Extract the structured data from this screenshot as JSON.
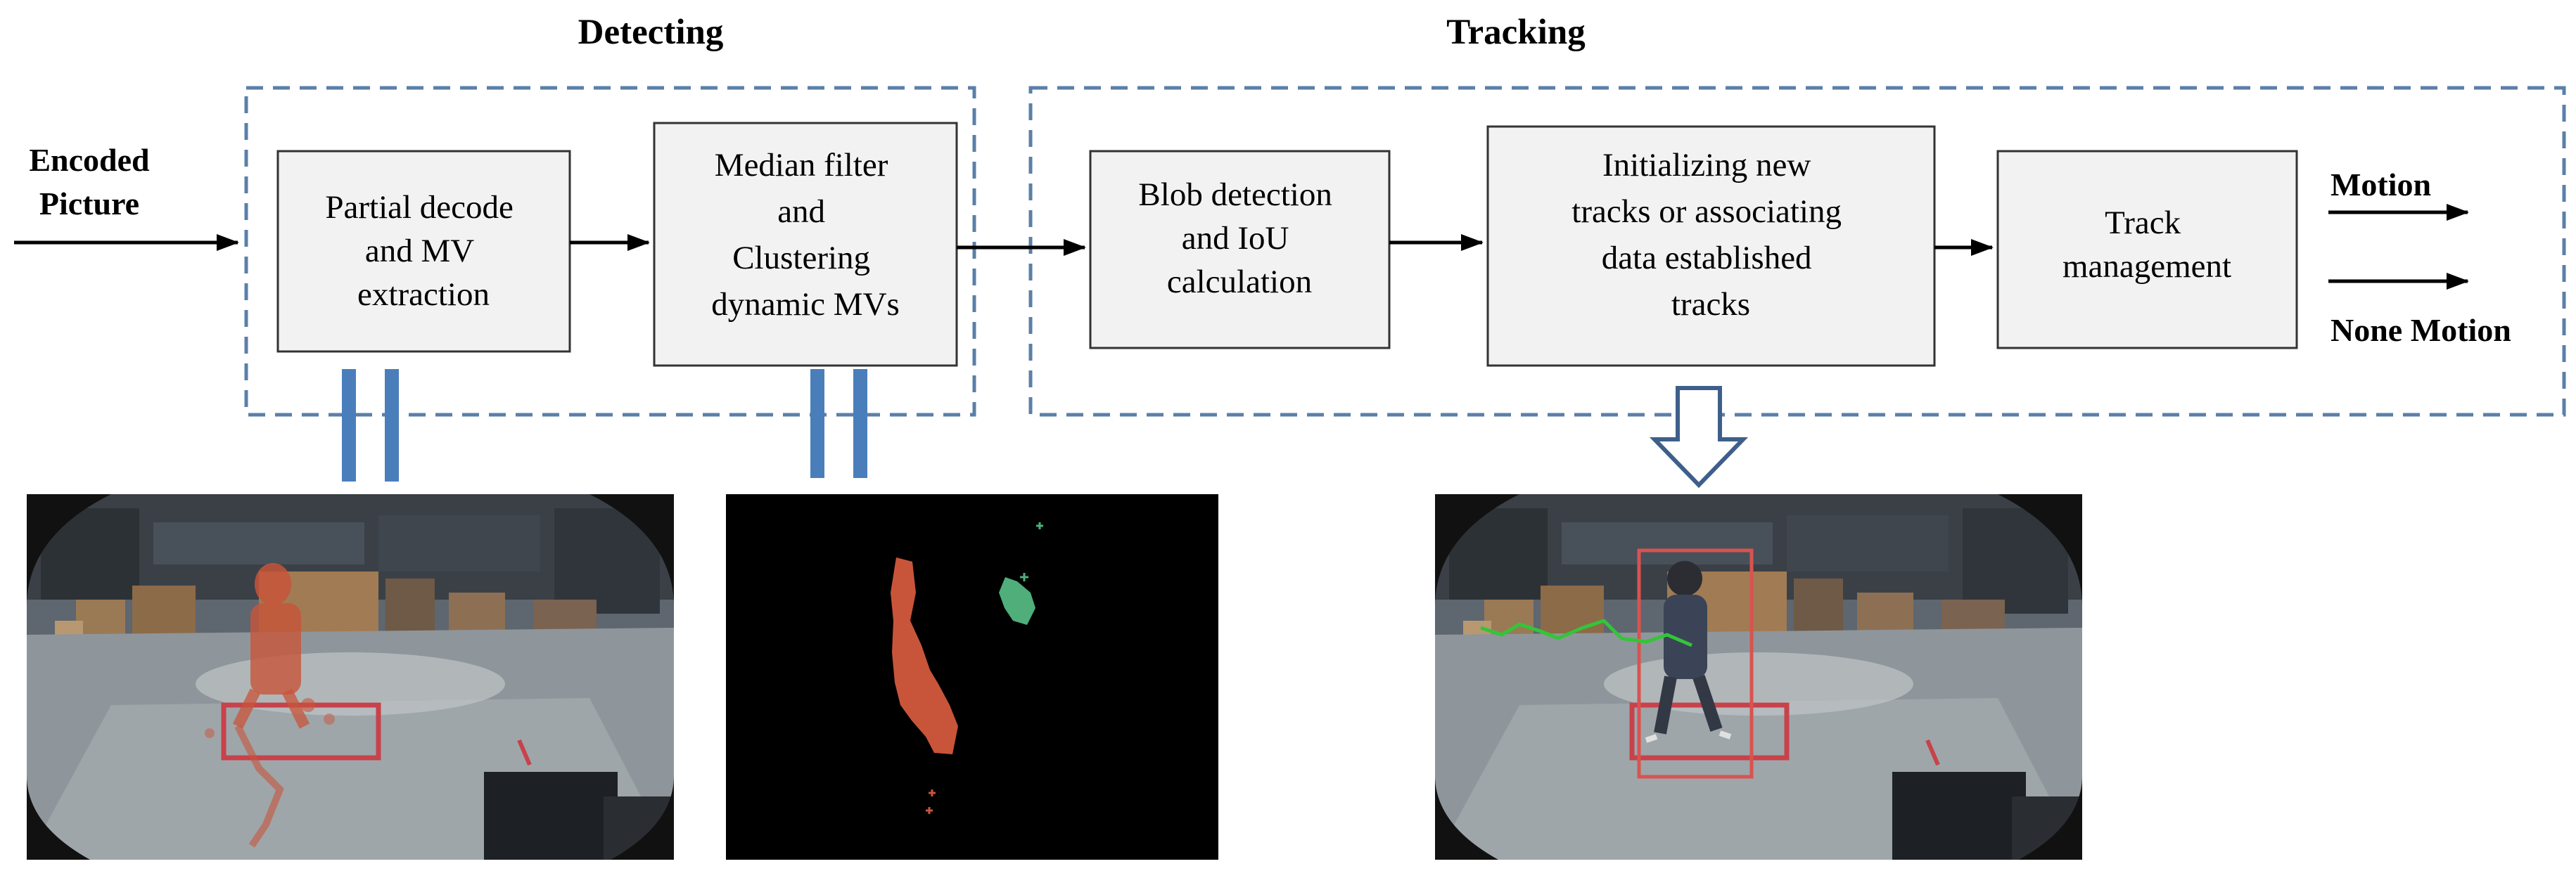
{
  "groups": {
    "detecting": {
      "title": "Detecting"
    },
    "tracking": {
      "title": "Tracking"
    }
  },
  "input": {
    "line1": "Encoded",
    "line2": "Picture"
  },
  "boxes": {
    "partial_decode": {
      "lines": [
        "Partial decode",
        "and MV",
        "extraction"
      ]
    },
    "median_filter": {
      "lines": [
        "Median filter",
        "and",
        "Clustering",
        "dynamic MVs"
      ]
    },
    "blob_detection": {
      "lines": [
        "Blob detection",
        "and IoU",
        "calculation"
      ]
    },
    "initializing_tracks": {
      "lines": [
        "Initializing new",
        "tracks or associating",
        "data established",
        "tracks"
      ]
    },
    "track_management": {
      "lines": [
        "Track",
        "management"
      ]
    }
  },
  "outputs": {
    "motion": "Motion",
    "none_motion": "None Motion"
  },
  "colors": {
    "dashed_border": "#5b7fa8",
    "box_fill": "#f2f2f2",
    "box_border": "#333333",
    "connector_bar": "#4a7ebb",
    "hollow_arrow": "#3e5f8a",
    "motion_red": "#c8553a",
    "motion_green": "#4fae7a",
    "bbox_red": "#d9534f",
    "track_green": "#34c43a"
  },
  "images": {
    "left": "overhead-warehouse-frame-with-red-motion-vectors",
    "middle": "clustered-motion-vector-map",
    "right": "overhead-warehouse-frame-with-tracking-box"
  }
}
